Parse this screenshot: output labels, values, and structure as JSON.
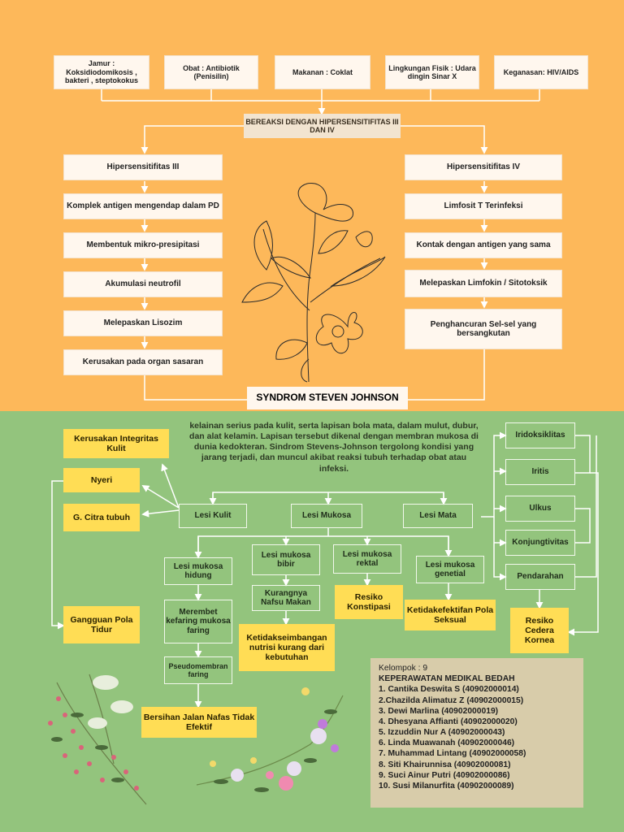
{
  "causes": [
    "Jamur : Koksidiodomikosis , bakteri , steptokokus",
    "Obat : Antibiotik (Penisilin)",
    "Makanan : Coklat",
    "Lingkungan Fisik : Udara dingin Sinar X",
    "Keganasan: HIV/AIDS"
  ],
  "reaction": "BEREAKSI DENGAN HIPERSENSITIFITAS III DAN IV",
  "left_chain": [
    "Hipersensitifitas III",
    "Komplek antigen mengendap dalam PD",
    "Membentuk mikro-presipitasi",
    "Akumulasi neutrofil",
    "Melepaskan Lisozim",
    "Kerusakan pada organ sasaran"
  ],
  "right_chain": [
    "Hipersensitifitas IV",
    "Limfosit T Terinfeksi",
    "Kontak dengan antigen yang sama",
    "Melepaskan Limfokin / Sitotoksik",
    "Penghancuran Sel-sel yang bersangkutan"
  ],
  "syndrome": "SYNDROM STEVEN JOHNSON",
  "description": "kelainan serius pada kulit, serta lapisan bola mata, dalam mulut, dubur, dan alat kelamin. Lapisan tersebut dikenal dengan membran mukosa di dunia kedokteran. Sindrom Stevens-Johnson tergolong kondisi yang jarang terjadi, dan muncul akibat reaksi tubuh terhadap obat atau infeksi.",
  "lesions": [
    "Lesi Kulit",
    "Lesi Mukosa",
    "Lesi Mata"
  ],
  "mucosa_lesions": [
    "Lesi mukosa hidung",
    "Lesi mukosa bibir",
    "Lesi mukosa rektal",
    "Lesi mukosa genetial"
  ],
  "mucosa_effects": [
    "Merembet kefaring mukosa faring",
    "Pseudomembran faring",
    "Kurangnya Nafsu Makan"
  ],
  "skin_diagnoses": [
    "Kerusakan Integritas Kulit",
    "Nyeri",
    "G. Citra tubuh"
  ],
  "diagnoses": [
    "Gangguan Pola Tidur",
    "Bersihan Jalan Nafas Tidak Efektif",
    "Ketidakseimbangan nutrisi kurang dari kebutuhan",
    "Resiko Konstipasi",
    "Ketidakefektifan Pola Seksual",
    "Resiko Cedera Kornea"
  ],
  "eye_items": [
    "Iridoksiklitas",
    "Iritis",
    "Ulkus",
    "Konjungtivitas",
    "Pendarahan"
  ],
  "group": {
    "title": "Kelompok : 9",
    "subject": "KEPERAWATAN MEDIKAL BEDAH",
    "members": [
      "1. Cantika Deswita S (40902000014)",
      "2.Chazilda Alimatuz Z (40902000015)",
      "3. Dewi Marlina (40902000019)",
      "4. Dhesyana Affianti (40902000020)",
      "5. Izzuddin Nur A (40902000043)",
      "6. Linda Muawanah (40902000046)",
      "7. Muhammad Lintang (40902000058)",
      "8. Siti Khairunnisa (40902000081)",
      "9. Suci Ainur Putri (40902000086)",
      "10. Susi Milanurfita (40902000089)"
    ]
  },
  "colors": {
    "top_bg": "#fdb85a",
    "bottom_bg": "#93c47d",
    "highlight": "#ffdd55",
    "box": "#fff7ee"
  }
}
